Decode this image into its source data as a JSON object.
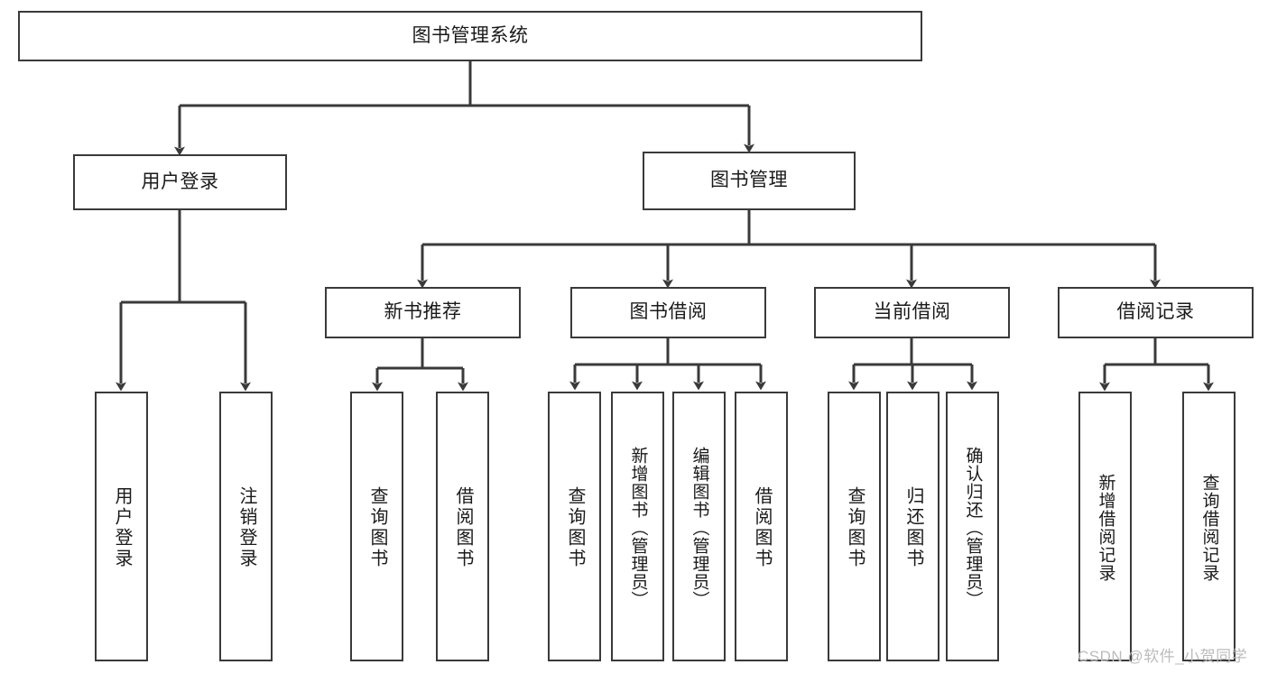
{
  "diagram": {
    "type": "tree",
    "title": "图书管理系统",
    "orientation": "top-down",
    "colors": {
      "background": "#ffffff",
      "box_border": "#3a3a3a",
      "box_fill": "#ffffff",
      "text": "#1a1a1a",
      "edge": "#3a3a3a",
      "watermark": "#bcbcbc"
    },
    "levels": 4
  },
  "root": {
    "label": "图书管理系统"
  },
  "level2": [
    {
      "label": "用户登录"
    },
    {
      "label": "图书管理"
    }
  ],
  "level3": [
    {
      "label": "新书推荐"
    },
    {
      "label": "图书借阅"
    },
    {
      "label": "当前借阅"
    },
    {
      "label": "借阅记录"
    }
  ],
  "leaves": {
    "user_login": [
      {
        "label": "用户登录"
      },
      {
        "label": "注销登录"
      }
    ],
    "new_book_recommend": [
      {
        "label": "查询图书"
      },
      {
        "label": "借阅图书"
      }
    ],
    "book_borrow": [
      {
        "label": "查询图书"
      },
      {
        "label": "新增图书（管理员）"
      },
      {
        "label": "编辑图书（管理员）"
      },
      {
        "label": "借阅图书"
      }
    ],
    "current_borrow": [
      {
        "label": "查询图书"
      },
      {
        "label": "归还图书"
      },
      {
        "label": "确认归还（管理员）"
      }
    ],
    "borrow_record": [
      {
        "label": "新增借阅记录"
      },
      {
        "label": "查询借阅记录"
      }
    ]
  },
  "watermark": {
    "text": "CSDN @软件_小贺同学"
  }
}
